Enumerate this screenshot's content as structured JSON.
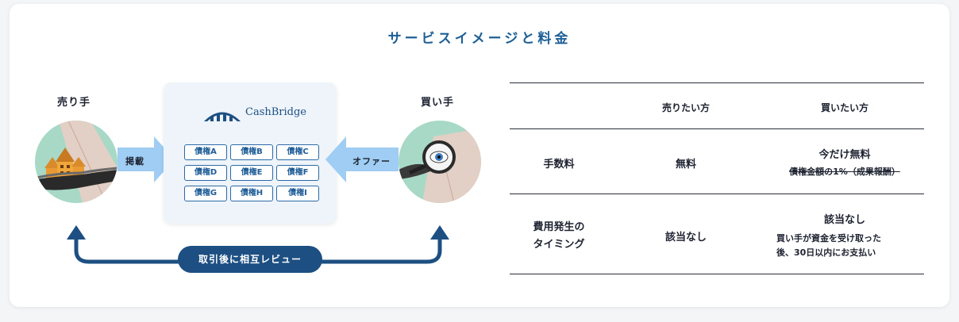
{
  "title": "サービスイメージと料金",
  "seller": {
    "label": "売り手"
  },
  "buyer": {
    "label": "買い手"
  },
  "arrows": {
    "listing": "掲載",
    "offer": "オファー"
  },
  "platform": {
    "name": "CashBridge",
    "bonds": [
      "債権A",
      "債権B",
      "債権C",
      "債権D",
      "債権E",
      "債権F",
      "債権G",
      "債権H",
      "債権I"
    ]
  },
  "review_label": "取引後に相互レビュー",
  "table": {
    "headers": [
      "",
      "売りたい方",
      "買いたい方"
    ],
    "rows": [
      {
        "label": [
          "手数料"
        ],
        "seller": "無料",
        "buyer_main": "今だけ無料",
        "buyer_sub": "債権金額の1%（成果報酬）"
      },
      {
        "label": [
          "費用発生の",
          "タイミング"
        ],
        "seller": "該当なし",
        "buyer_main": "該当なし",
        "buyer_sub": [
          "買い手が資金を受け取った",
          "後、30日以内にお支払い"
        ]
      }
    ]
  },
  "colors": {
    "navy": "#1d4f82",
    "title": "#1d5f96",
    "arrow": "#9fcdf3",
    "mint": "#a7d9c6"
  }
}
